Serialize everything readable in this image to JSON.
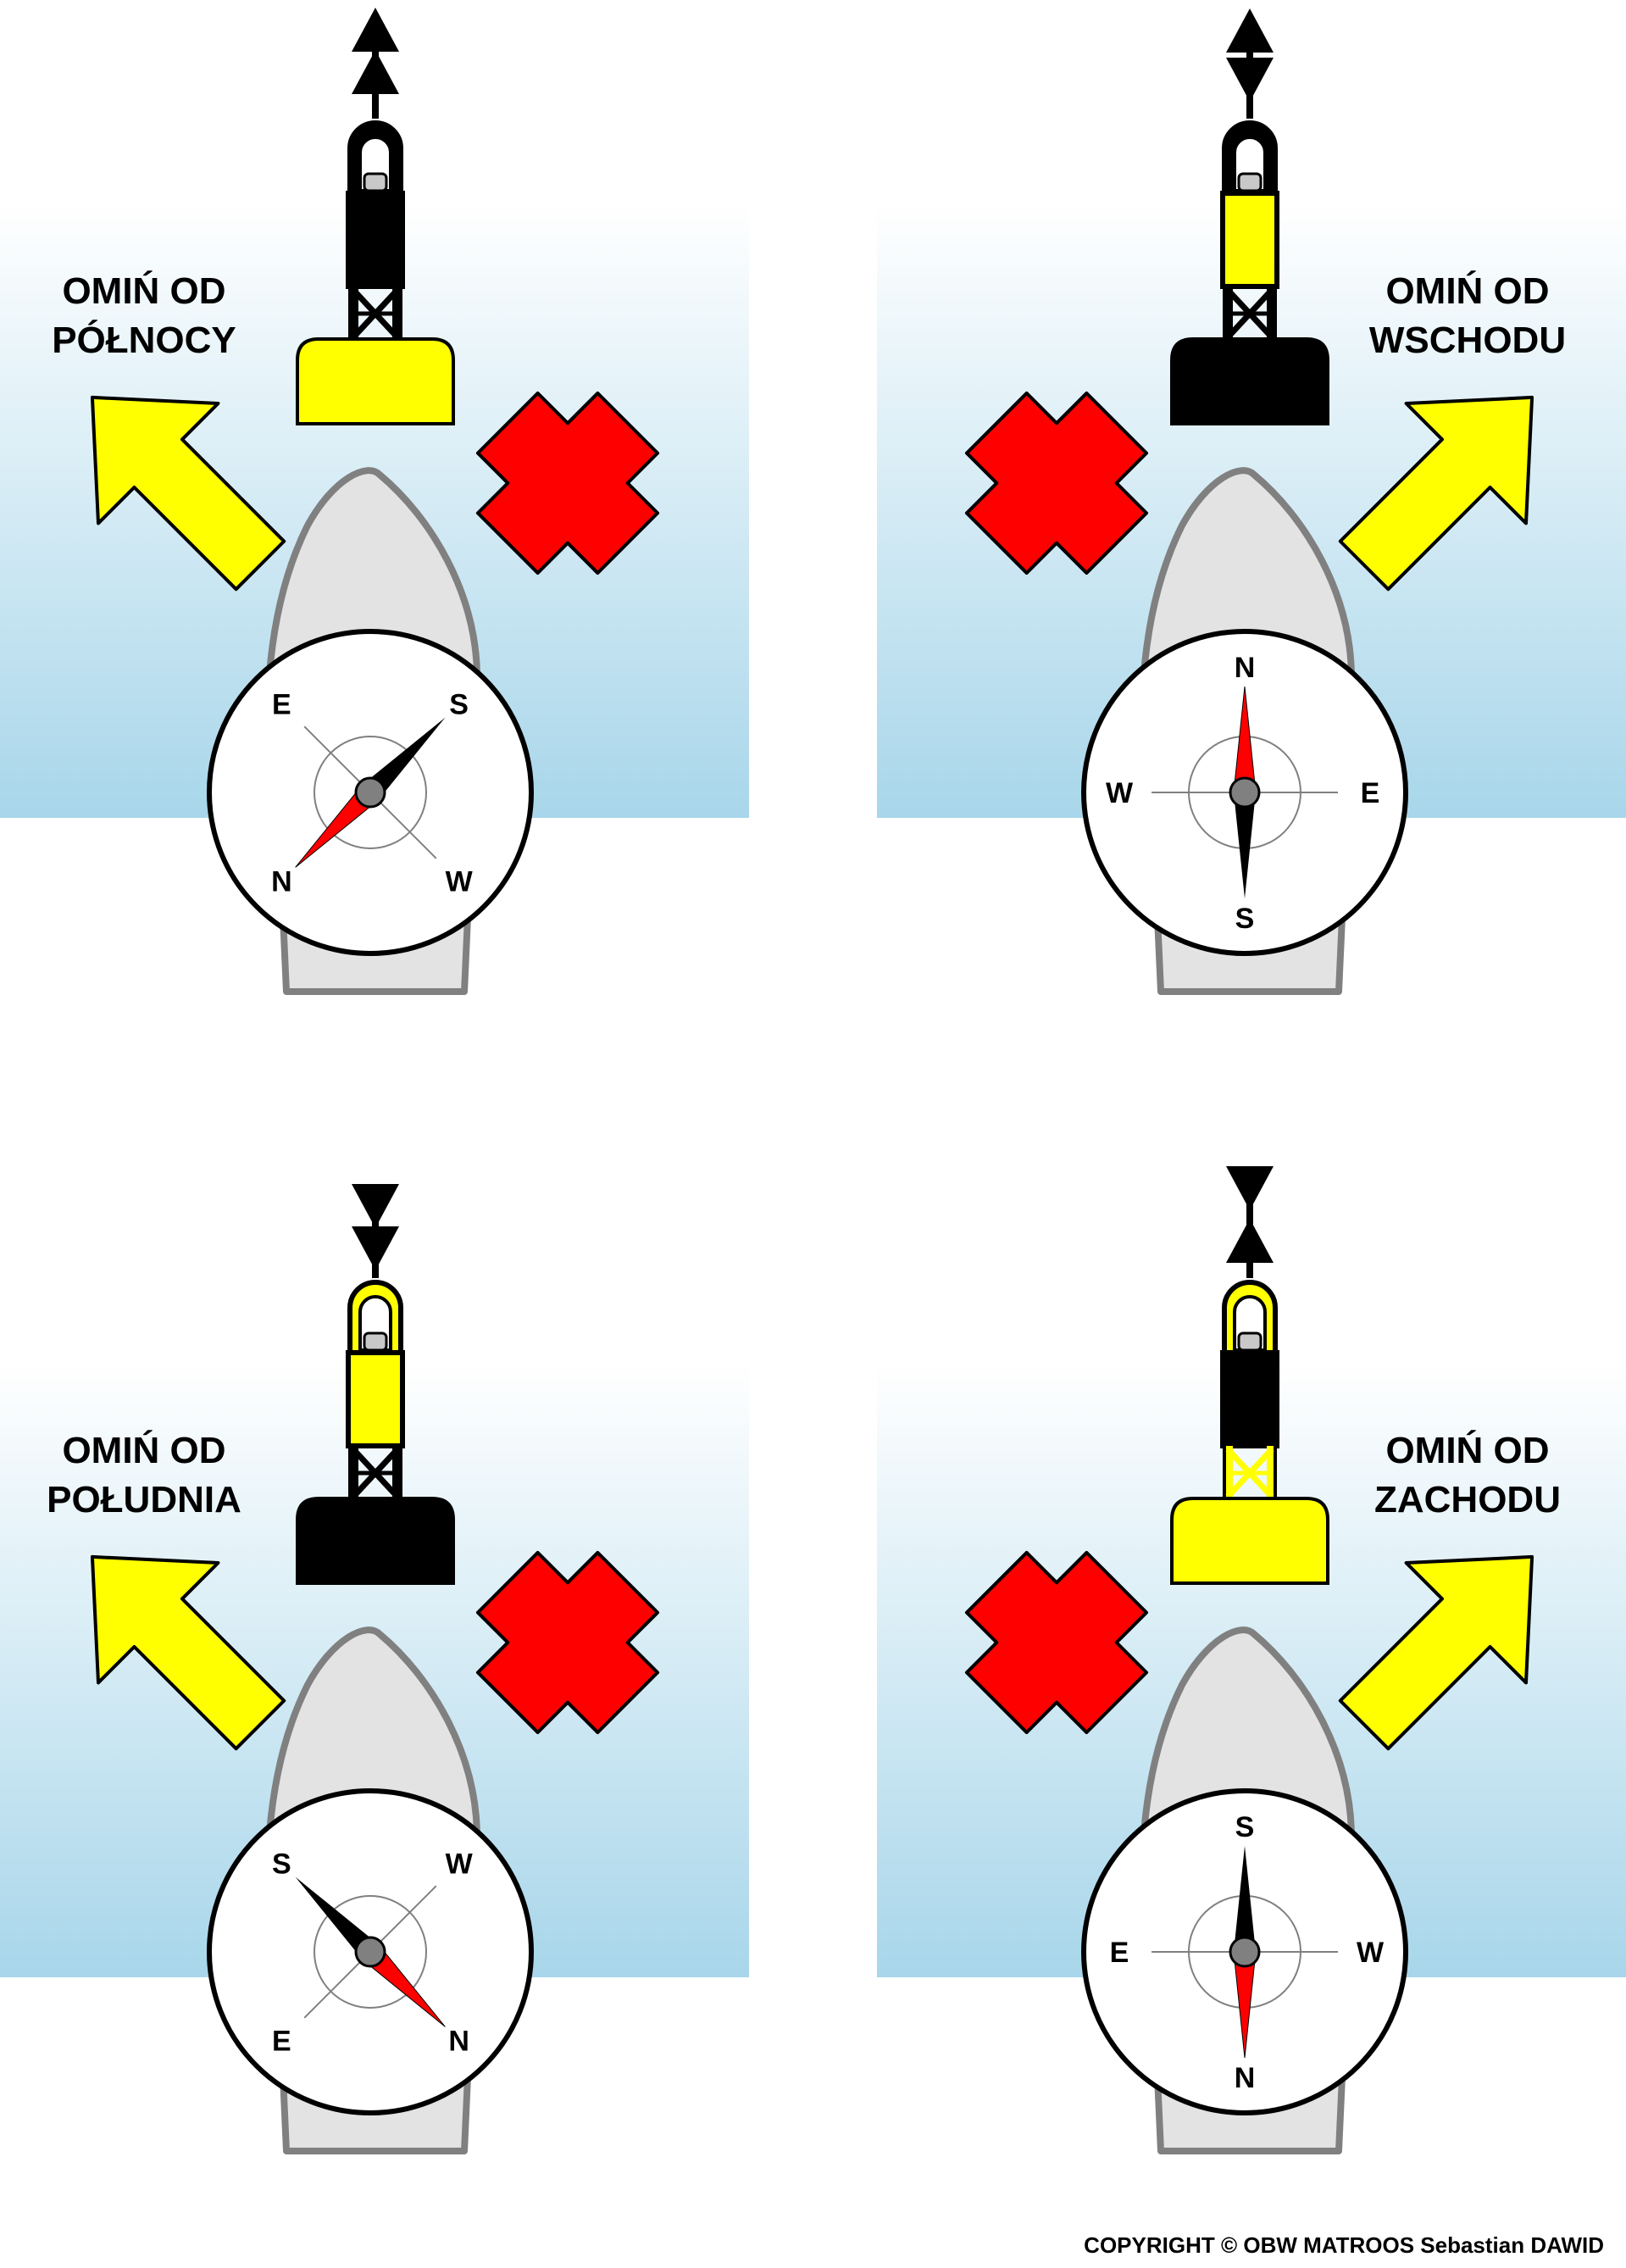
{
  "colors": {
    "water_top": "#ffffff",
    "water_bottom": "#a8d6ea",
    "yellow": "#ffff00",
    "black": "#000000",
    "red": "#ff0000",
    "hull_fill": "#e3e3e3",
    "hull_stroke": "#808080",
    "compass_ring": "#808080"
  },
  "panels": [
    {
      "id": "north",
      "label_line1": "OMIŃ OD",
      "label_line2": "PÓŁNOCY",
      "topmark": "both-up",
      "buoy_pattern": "black-over-yellow",
      "pass_side": "left",
      "compass": {
        "rotation_deg": 225,
        "cardinals": [
          "N",
          "E",
          "S",
          "W"
        ]
      }
    },
    {
      "id": "east",
      "label_line1": "OMIŃ OD",
      "label_line2": "WSCHODU",
      "topmark": "base-to-base",
      "buoy_pattern": "black-yellow-black",
      "pass_side": "right",
      "compass": {
        "rotation_deg": 0,
        "cardinals": [
          "N",
          "E",
          "S",
          "W"
        ]
      }
    },
    {
      "id": "south",
      "label_line1": "OMIŃ OD",
      "label_line2": "POŁUDNIA",
      "topmark": "both-down",
      "buoy_pattern": "yellow-over-black",
      "pass_side": "left",
      "compass": {
        "rotation_deg": 135,
        "cardinals": [
          "N",
          "E",
          "S",
          "W"
        ]
      }
    },
    {
      "id": "west",
      "label_line1": "OMIŃ OD",
      "label_line2": "ZACHODU",
      "topmark": "point-to-point",
      "buoy_pattern": "yellow-black-yellow",
      "pass_side": "right",
      "compass": {
        "rotation_deg": 180,
        "cardinals": [
          "N",
          "E",
          "S",
          "W"
        ]
      }
    }
  ],
  "icons": {
    "pass_arrow": "yellow-arrow-icon",
    "danger_cross": "red-cross-icon",
    "compass": "compass-icon",
    "boat": "boat-hull-icon",
    "buoy": "cardinal-buoy-icon"
  },
  "footer": {
    "copyright": "COPYRIGHT © OBW MATROOS Sebastian DAWID"
  }
}
